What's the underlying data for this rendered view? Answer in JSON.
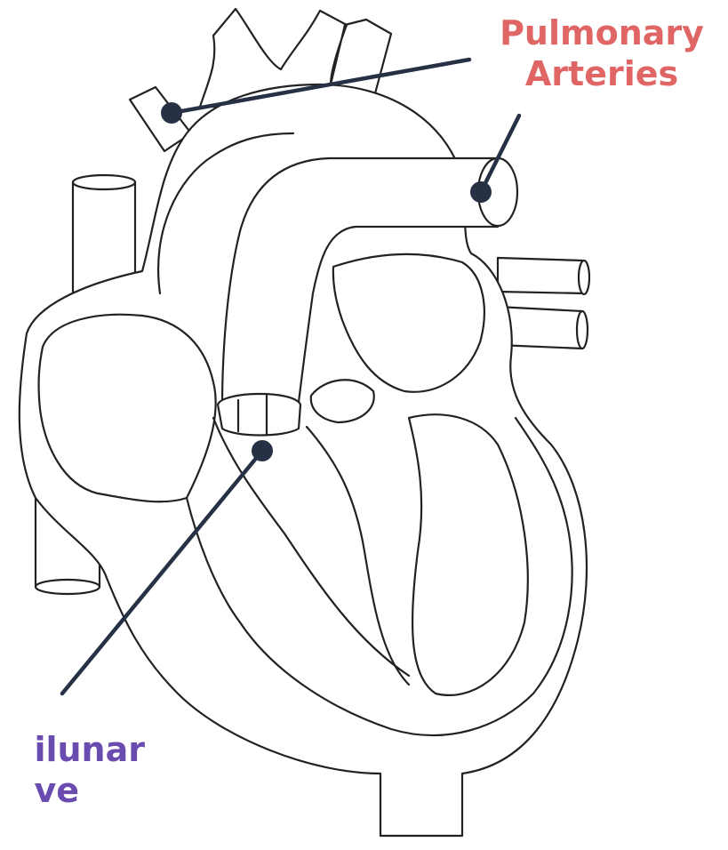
{
  "diagram": {
    "subject": "heart",
    "labels": [
      {
        "id": "pulmonary-arteries",
        "lines": [
          "Pulmonary",
          "Arteries"
        ],
        "color": "#E06666"
      },
      {
        "id": "semilunar-valve",
        "lines": [
          "ilunar",
          "ve"
        ],
        "color": "#6A4BAF"
      }
    ],
    "leader_color": "#263145",
    "outline_color": "#222222"
  }
}
